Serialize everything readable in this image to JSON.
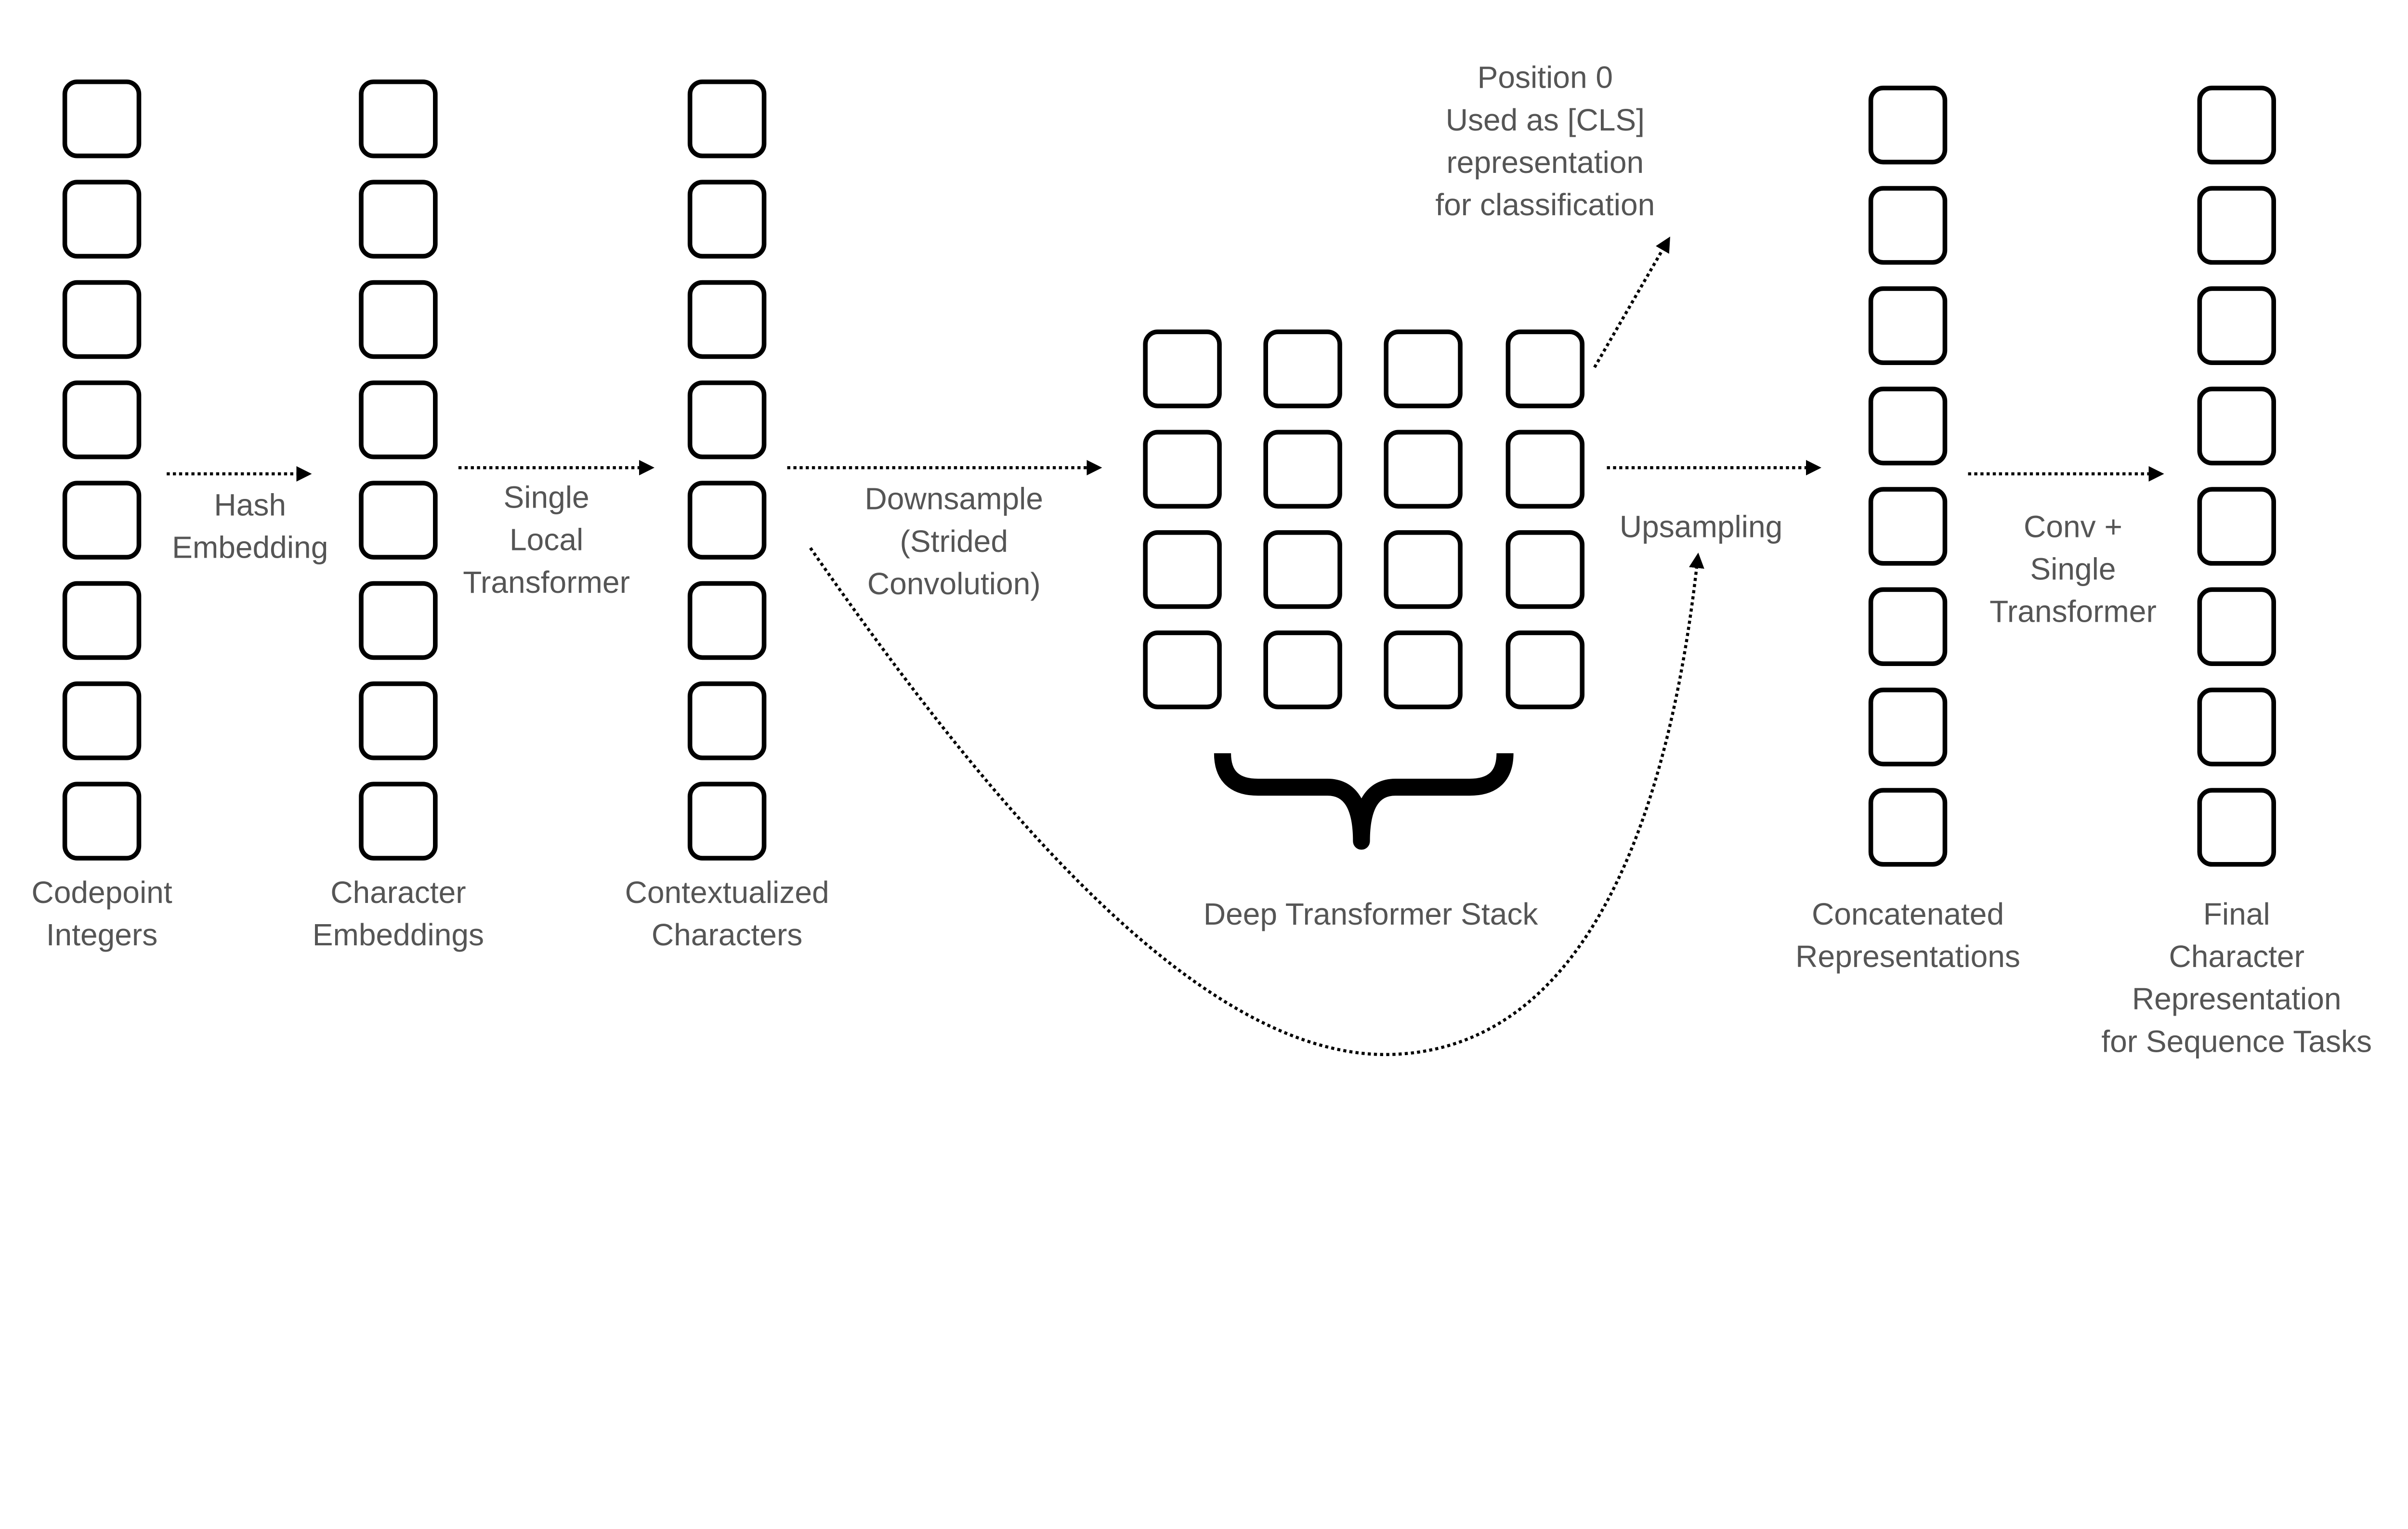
{
  "labels": {
    "codepoint": [
      "Codepoint",
      "Integers"
    ],
    "char_emb": [
      "Character",
      "Embeddings"
    ],
    "contextual": [
      "Contextualized",
      "Characters"
    ],
    "deep_stack": [
      "Deep Transformer Stack"
    ],
    "concat": [
      "Concatenated",
      "Representations"
    ],
    "final": [
      "Final",
      "Character",
      "Representation",
      "for Sequence Tasks"
    ],
    "hash": [
      "Hash",
      "Embedding"
    ],
    "local": [
      "Single",
      "Local",
      "Transformer"
    ],
    "downsample": [
      "Downsample",
      "(Strided",
      "Convolution)"
    ],
    "upsampling": [
      "Upsampling"
    ],
    "conv": [
      "Conv +",
      "Single",
      "Transformer"
    ],
    "cls": [
      "Position 0",
      "Used as [CLS]",
      "representation",
      "for classification"
    ]
  },
  "colors": {
    "text": "#555555",
    "stroke": "#000000"
  }
}
